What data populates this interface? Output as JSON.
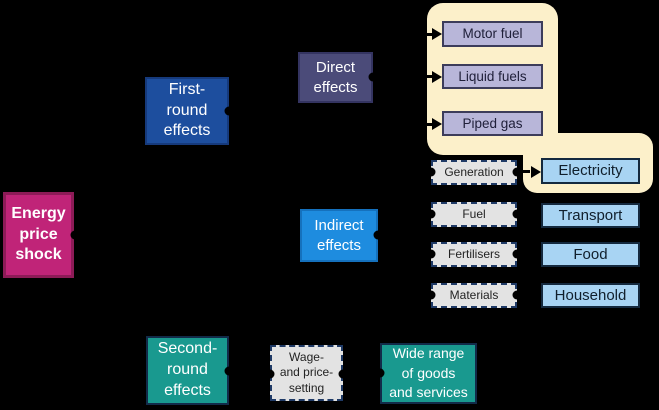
{
  "title": "Energy price shock pass-through diagram",
  "colors": {
    "background": "#000000",
    "magenta": "#c02478",
    "magenta-border": "#8d1b57",
    "royal": "#1d4e9e",
    "royal-border": "#163a7c",
    "slate": "#4b4b79",
    "slate-border": "#343461",
    "bright-blue": "#1e8cdf",
    "bright-blue-border": "#1571bd",
    "teal": "#19998f",
    "teal-border": "#122b49",
    "cream": "#fcf0ca",
    "periwinkle": "#b8b6d9",
    "periwinkle-border": "#3c3c5a",
    "periwinkle-text": "#20203a",
    "lightblue": "#a8d4f3",
    "lightblue-border": "#14293e",
    "lightblue-text": "#101f2c",
    "gray": "#e3e3e3",
    "gray-border": "#1f3a66",
    "gray-text": "#232323",
    "connector": "#000000"
  },
  "nodes": {
    "energy": {
      "label": "Energy\nprice\nshock"
    },
    "first_round": {
      "label": "First-\nround\neffects"
    },
    "direct": {
      "label": "Direct\neffects"
    },
    "indirect": {
      "label": "Indirect\neffects"
    },
    "second_round": {
      "label": "Second-\nround\neffects"
    },
    "wage": {
      "label": "Wage-\nand price-\nsetting"
    },
    "wide_range": {
      "label": "Wide range\nof goods\nand services"
    },
    "motor_fuel": {
      "label": "Motor fuel"
    },
    "liquid_fuels": {
      "label": "Liquid fuels"
    },
    "piped_gas": {
      "label": "Piped gas"
    },
    "generation": {
      "label": "Generation"
    },
    "fuel": {
      "label": "Fuel"
    },
    "fertilisers": {
      "label": "Fertilisers"
    },
    "materials": {
      "label": "Materials"
    },
    "electricity": {
      "label": "Electricity"
    },
    "transport": {
      "label": "Transport"
    },
    "food": {
      "label": "Food"
    },
    "household": {
      "label": "Household"
    }
  }
}
